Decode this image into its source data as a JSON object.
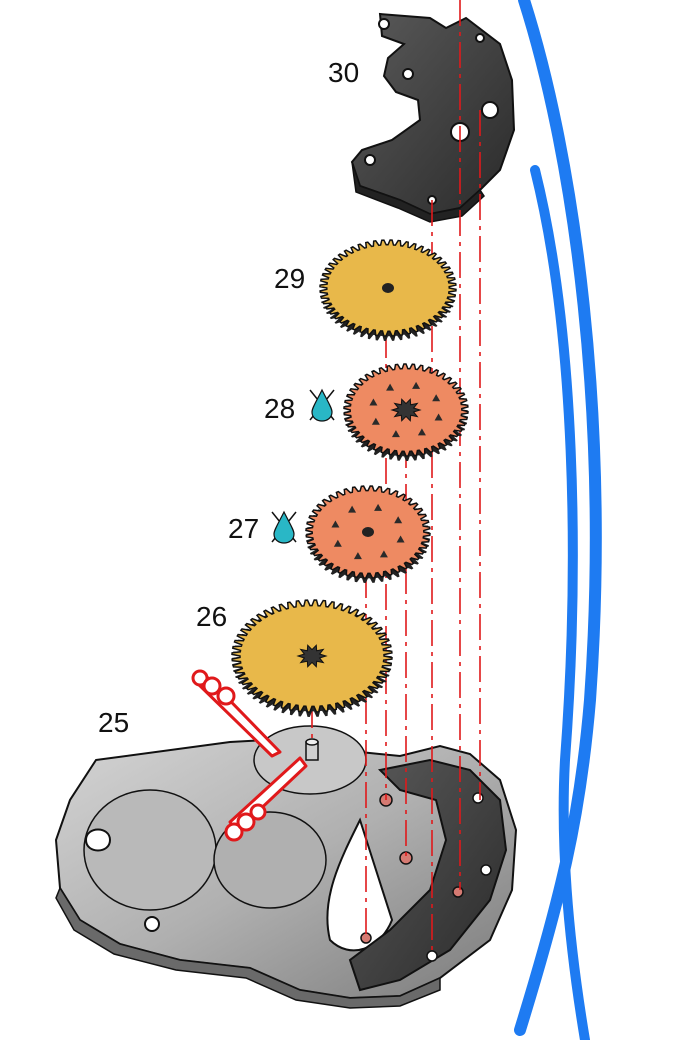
{
  "parts": [
    {
      "label": "30",
      "name": "bridge"
    },
    {
      "label": "29",
      "name": "wheel-29",
      "color": "#E8B84A",
      "teeth": 52
    },
    {
      "label": "28",
      "name": "wheel-28",
      "color": "#EE8A62",
      "teeth": 46,
      "oil": true
    },
    {
      "label": "27",
      "name": "wheel-27",
      "color": "#EE8A62",
      "teeth": 44,
      "oil": true
    },
    {
      "label": "26",
      "name": "wheel-26",
      "color": "#E8B84A",
      "teeth": 56
    },
    {
      "label": "25",
      "name": "mainplate"
    }
  ],
  "colors": {
    "metal_dark": "#3D3D3D",
    "metal_mid": "#9A9A9A",
    "metal_light": "#C9C9C9",
    "guide_line": "#E0191B",
    "oil_drop": "#29B7C6",
    "hand_blue": "#1E7BF2"
  },
  "icons": [
    "oil-drop-icon",
    "tweezers-icon"
  ]
}
